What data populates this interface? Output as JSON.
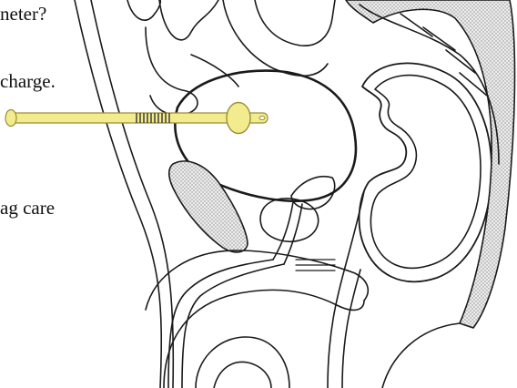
{
  "text_fragments": {
    "line1": "neter?",
    "line2": "charge.",
    "line3": "ag care"
  },
  "colors": {
    "outline": "#1a1a1a",
    "catheter": "#f3ec8e",
    "catheter_stroke": "#9a8f3a",
    "stipple": "#d9d9d9"
  },
  "icons": [
    "suprapubic-catheter-illustration"
  ]
}
